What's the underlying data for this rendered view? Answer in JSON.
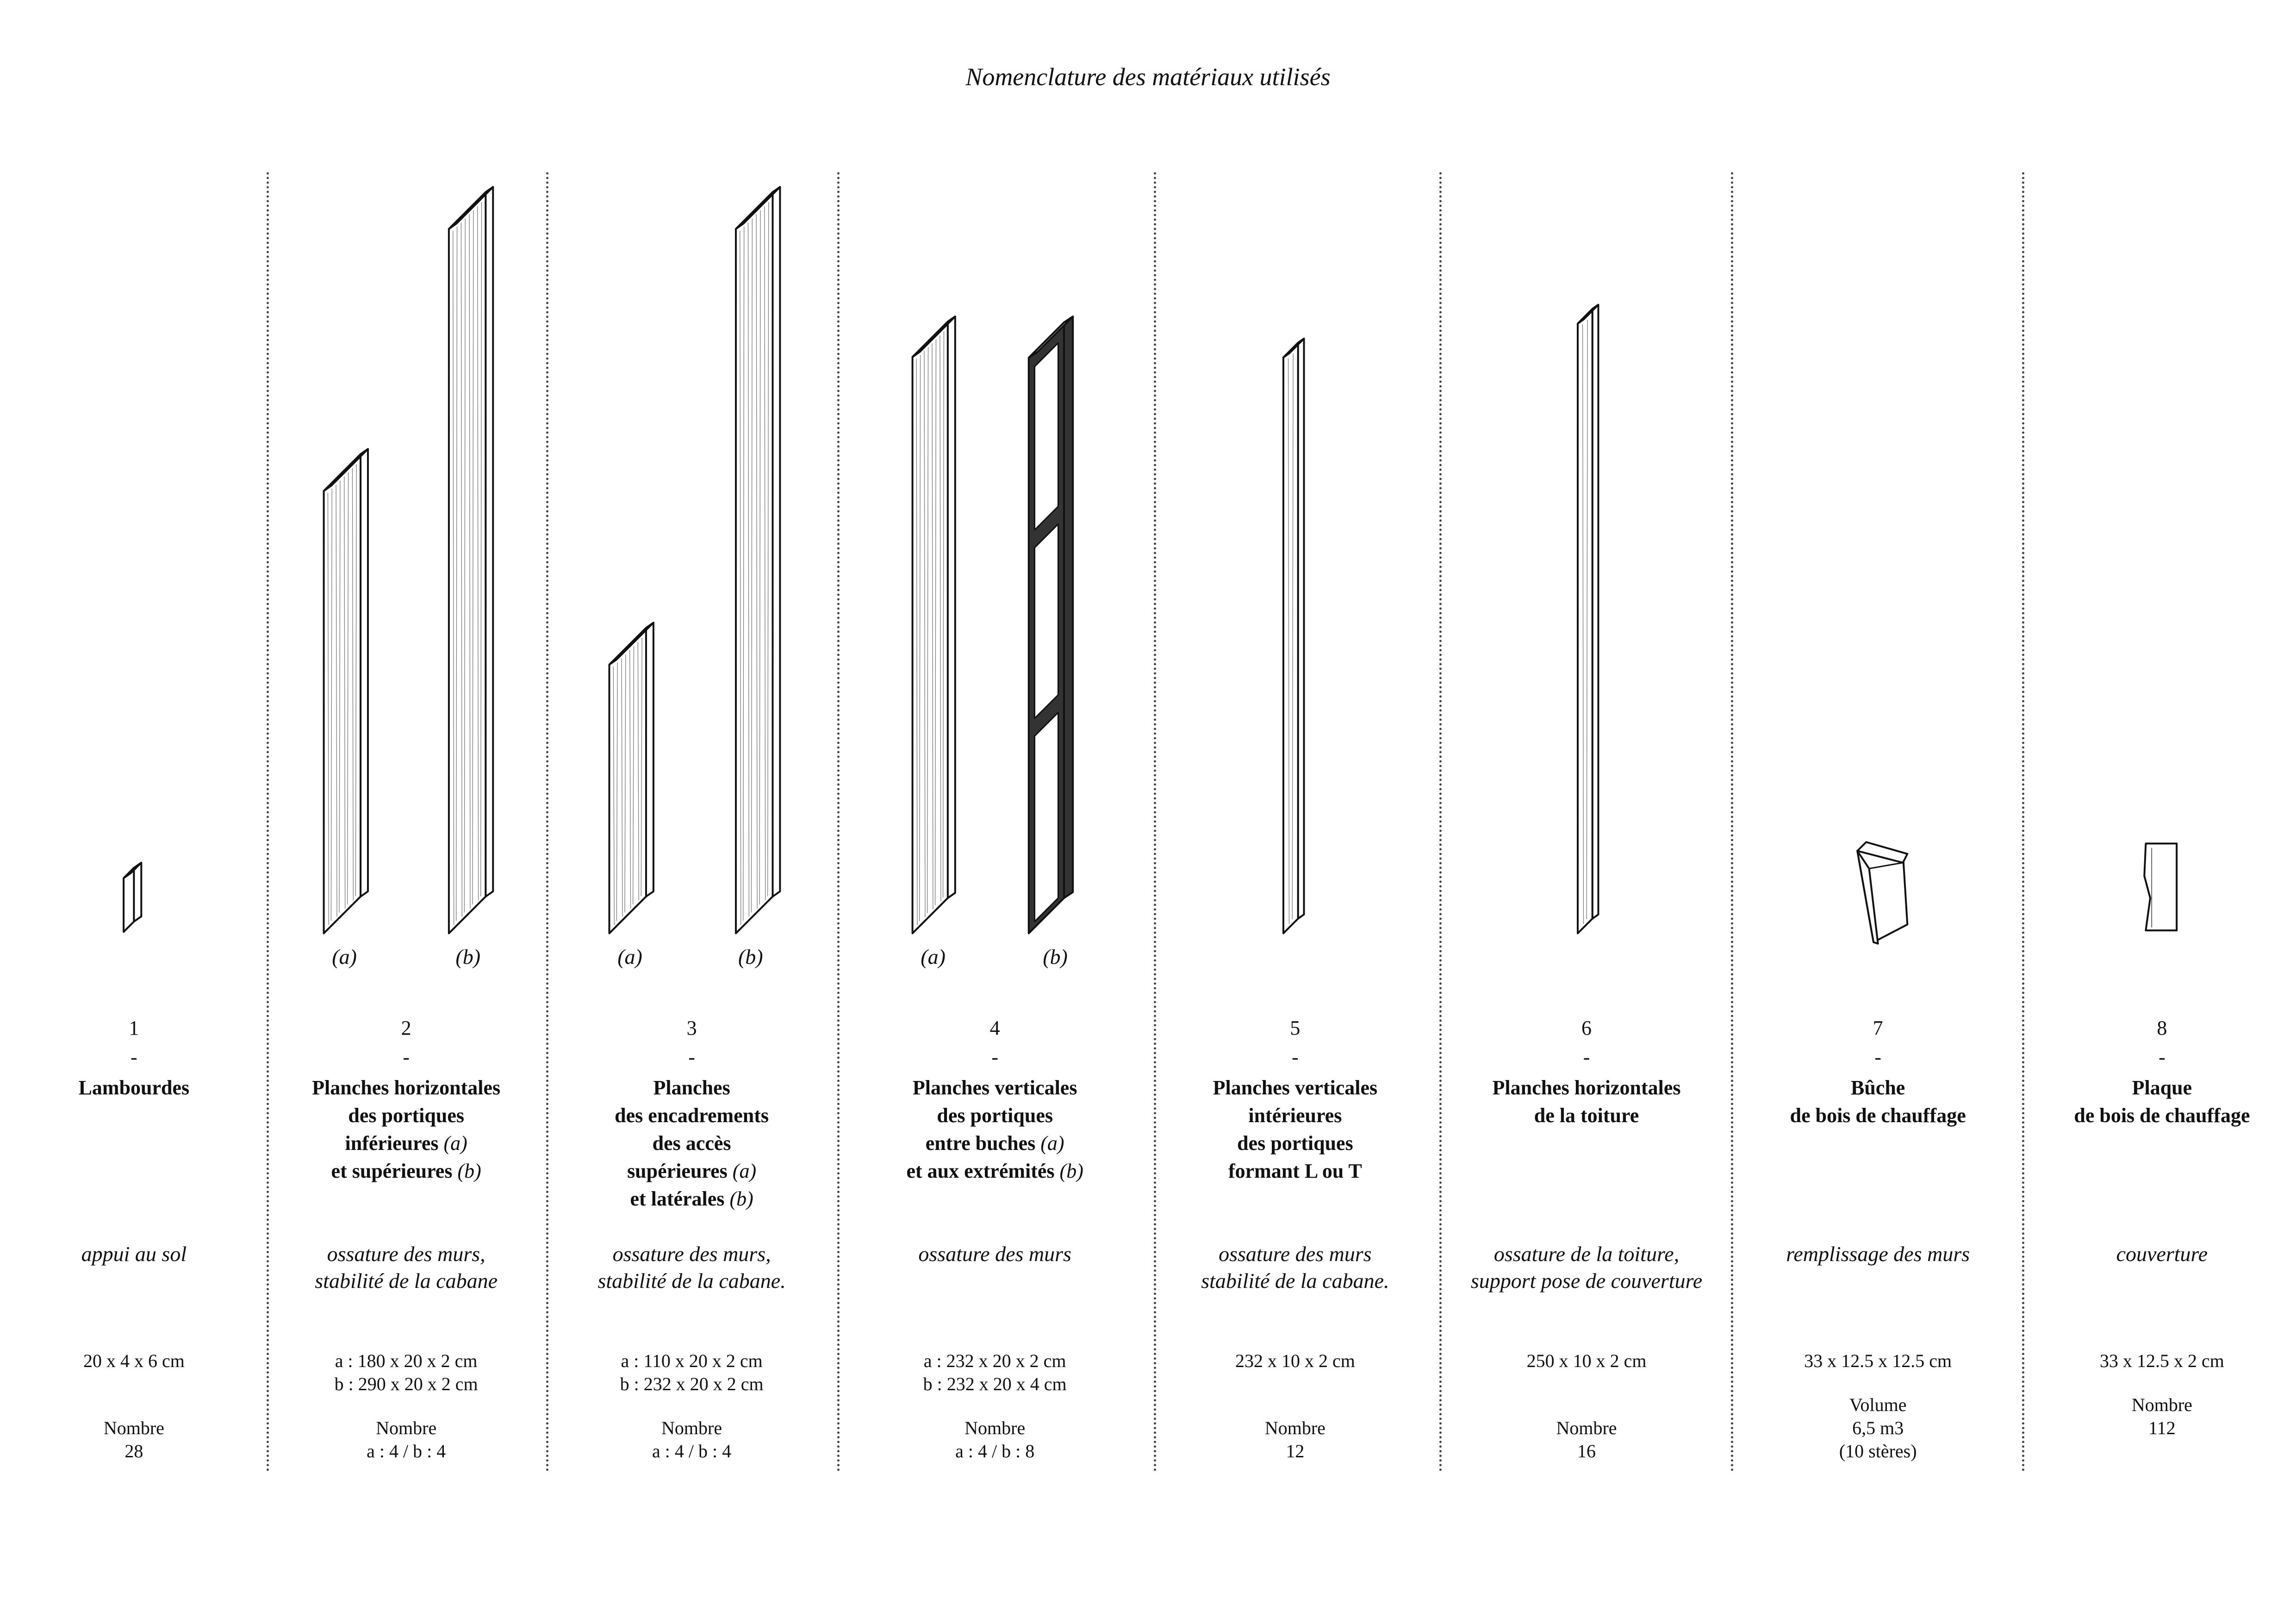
{
  "title": "Nomenclature des matériaux utilisés",
  "colors": {
    "ink": "#111111",
    "frame": "#333333"
  },
  "columns": [
    {
      "number": "1",
      "dash": "-",
      "title": [
        [
          {
            "t": "Lambourdes"
          }
        ]
      ],
      "desc": [
        "appui au sol"
      ],
      "dims": [
        "20 x 4 x 6 cm"
      ],
      "count": [
        "Nombre",
        "28"
      ],
      "subs": []
    },
    {
      "number": "2",
      "dash": "-",
      "title": [
        [
          {
            "t": "Planches horizontales"
          }
        ],
        [
          {
            "t": "des portiques"
          }
        ],
        [
          {
            "t": "inférieures "
          },
          {
            "t": "(a)",
            "i": true
          }
        ],
        [
          {
            "t": "et supérieures "
          },
          {
            "t": "(b)",
            "i": true
          }
        ]
      ],
      "desc": [
        "ossature des murs,",
        "stabilité de la cabane"
      ],
      "dims": [
        "a : 180 x 20 x 2 cm",
        "b : 290 x 20 x 2 cm"
      ],
      "count": [
        "Nombre",
        "a : 4 / b : 4"
      ],
      "subs": [
        "(a)",
        "(b)"
      ]
    },
    {
      "number": "3",
      "dash": "-",
      "title": [
        [
          {
            "t": "Planches"
          }
        ],
        [
          {
            "t": "des encadrements"
          }
        ],
        [
          {
            "t": "des accès"
          }
        ],
        [
          {
            "t": "supérieures "
          },
          {
            "t": "(a)",
            "i": true
          }
        ],
        [
          {
            "t": "et latérales "
          },
          {
            "t": "(b)",
            "i": true
          }
        ]
      ],
      "desc": [
        "ossature des murs,",
        "stabilité de la cabane."
      ],
      "dims": [
        "a : 110 x 20 x 2 cm",
        "b : 232 x 20 x 2 cm"
      ],
      "count": [
        "Nombre",
        "a : 4 / b : 4"
      ],
      "subs": [
        "(a)",
        "(b)"
      ]
    },
    {
      "number": "4",
      "dash": "-",
      "title": [
        [
          {
            "t": "Planches verticales"
          }
        ],
        [
          {
            "t": "des portiques"
          }
        ],
        [
          {
            "t": "entre buches "
          },
          {
            "t": "(a)",
            "i": true
          }
        ],
        [
          {
            "t": "et aux extrémités "
          },
          {
            "t": "(b)",
            "i": true
          }
        ]
      ],
      "desc": [
        "ossature des murs"
      ],
      "dims": [
        "a : 232 x 20 x 2 cm",
        "b : 232 x 20 x 4 cm"
      ],
      "count": [
        "Nombre",
        "a : 4 / b : 8"
      ],
      "subs": [
        "(a)",
        "(b)"
      ]
    },
    {
      "number": "5",
      "dash": "-",
      "title": [
        [
          {
            "t": "Planches verticales"
          }
        ],
        [
          {
            "t": "intérieures"
          }
        ],
        [
          {
            "t": "des portiques"
          }
        ],
        [
          {
            "t": "formant L ou T"
          }
        ]
      ],
      "desc": [
        "ossature des murs",
        "stabilité de la cabane."
      ],
      "dims": [
        "232 x 10 x 2 cm"
      ],
      "count": [
        "Nombre",
        "12"
      ],
      "subs": []
    },
    {
      "number": "6",
      "dash": "-",
      "title": [
        [
          {
            "t": "Planches horizontales"
          }
        ],
        [
          {
            "t": "de la toiture"
          }
        ]
      ],
      "desc": [
        "ossature de la toiture,",
        "support pose de couverture"
      ],
      "dims": [
        "250 x 10 x 2 cm"
      ],
      "count": [
        "Nombre",
        "16"
      ],
      "subs": []
    },
    {
      "number": "7",
      "dash": "-",
      "title": [
        [
          {
            "t": "Bûche"
          }
        ],
        [
          {
            "t": "de bois de chauffage"
          }
        ]
      ],
      "desc": [
        "remplissage des murs"
      ],
      "dims": [
        "33 x 12.5 x 12.5 cm"
      ],
      "count": [
        "Volume",
        "6,5 m3",
        "(10 stères)"
      ],
      "subs": []
    },
    {
      "number": "8",
      "dash": "-",
      "title": [
        [
          {
            "t": "Plaque"
          }
        ],
        [
          {
            "t": "de bois de chauffage"
          }
        ]
      ],
      "desc": [
        "couverture"
      ],
      "dims": [
        "33 x 12.5  x 2 cm"
      ],
      "count": [
        "Nombre",
        "112"
      ],
      "subs": []
    }
  ]
}
